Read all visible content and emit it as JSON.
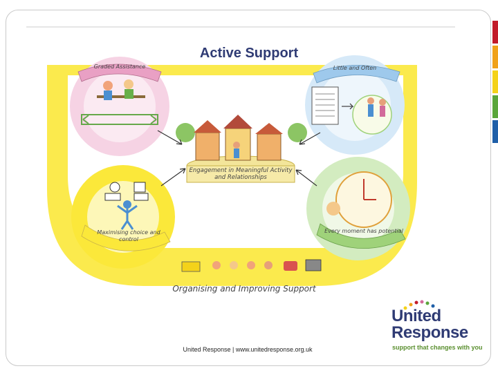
{
  "title": "Active Support",
  "panels": {
    "graded_assistance": "Graded Assistance",
    "little_and_often": "Little and Often",
    "engagement": "Engagement in Meaningful Activity and Relationships",
    "maximising_choice": "Maximising choice and control",
    "every_moment": "Every moment has potential",
    "organising": "Organising and Improving Support"
  },
  "footer": {
    "url_text": "United Response | www.unitedresponse.org.uk"
  },
  "logo": {
    "word1": "United",
    "word2": "Response",
    "tagline": "support that changes with you"
  },
  "colors": {
    "title": "#2f3b74",
    "yellow": "#fbe83a",
    "pink": "#e9a0c4",
    "blue": "#9ec9ec",
    "green": "#9fd27a",
    "logo_green": "#5a8f2f",
    "side_bars": [
      "#c21b2a",
      "#f0a21a",
      "#f4d21a",
      "#5aa63a",
      "#1f5fa8"
    ]
  }
}
